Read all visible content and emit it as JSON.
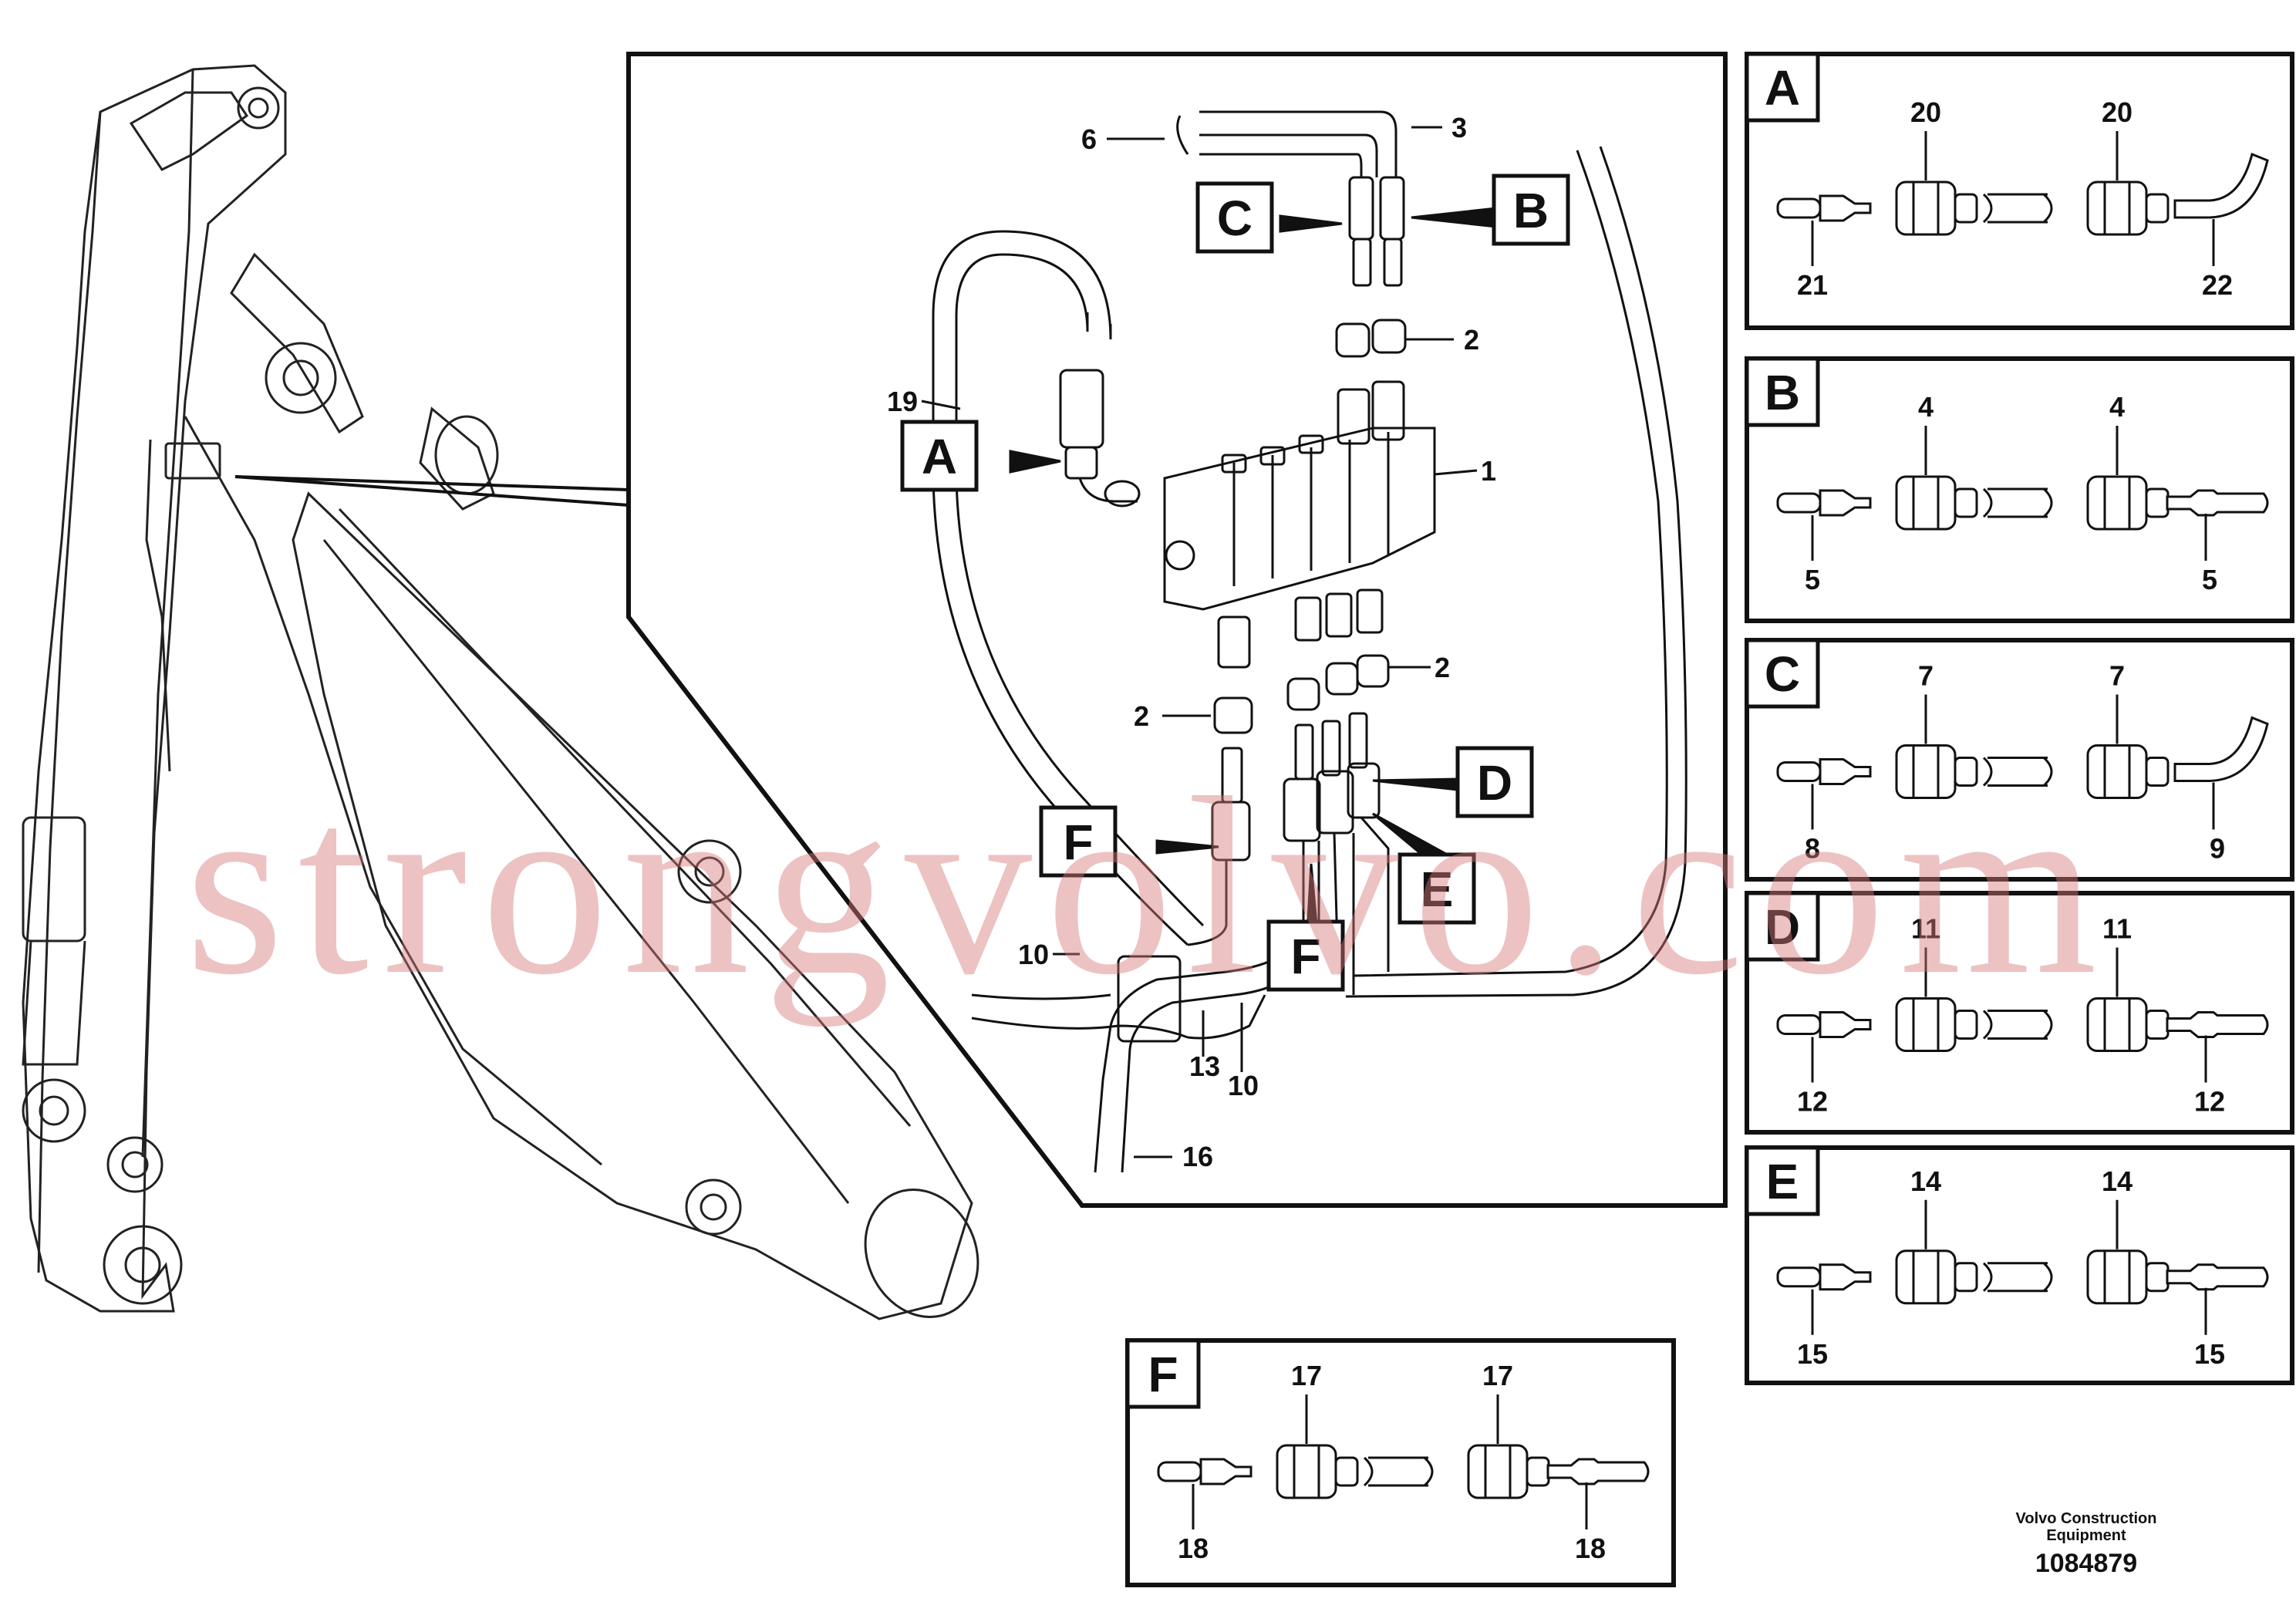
{
  "main_view": {
    "callout_letters": [
      "A",
      "B",
      "C",
      "D",
      "E",
      "F",
      "F"
    ],
    "part_numbers": [
      "6",
      "3",
      "2",
      "19",
      "1",
      "2",
      "2",
      "10",
      "13",
      "10",
      "16"
    ]
  },
  "detail_panels": [
    {
      "letter": "A",
      "left_top": "20",
      "right_top": "20",
      "left_bottom": "21",
      "right_bottom": "22"
    },
    {
      "letter": "B",
      "left_top": "4",
      "right_top": "4",
      "left_bottom": "5",
      "right_bottom": "5"
    },
    {
      "letter": "C",
      "left_top": "7",
      "right_top": "7",
      "left_bottom": "8",
      "right_bottom": "9"
    },
    {
      "letter": "D",
      "left_top": "11",
      "right_top": "11",
      "left_bottom": "12",
      "right_bottom": "12"
    },
    {
      "letter": "E",
      "left_top": "14",
      "right_top": "14",
      "left_bottom": "15",
      "right_bottom": "15"
    },
    {
      "letter": "F",
      "left_top": "17",
      "right_top": "17",
      "left_bottom": "18",
      "right_bottom": "18"
    }
  ],
  "footer": {
    "maker": "Volvo Construction Equipment",
    "doc_number": "1084879"
  },
  "watermark": "strongvolvo.com"
}
